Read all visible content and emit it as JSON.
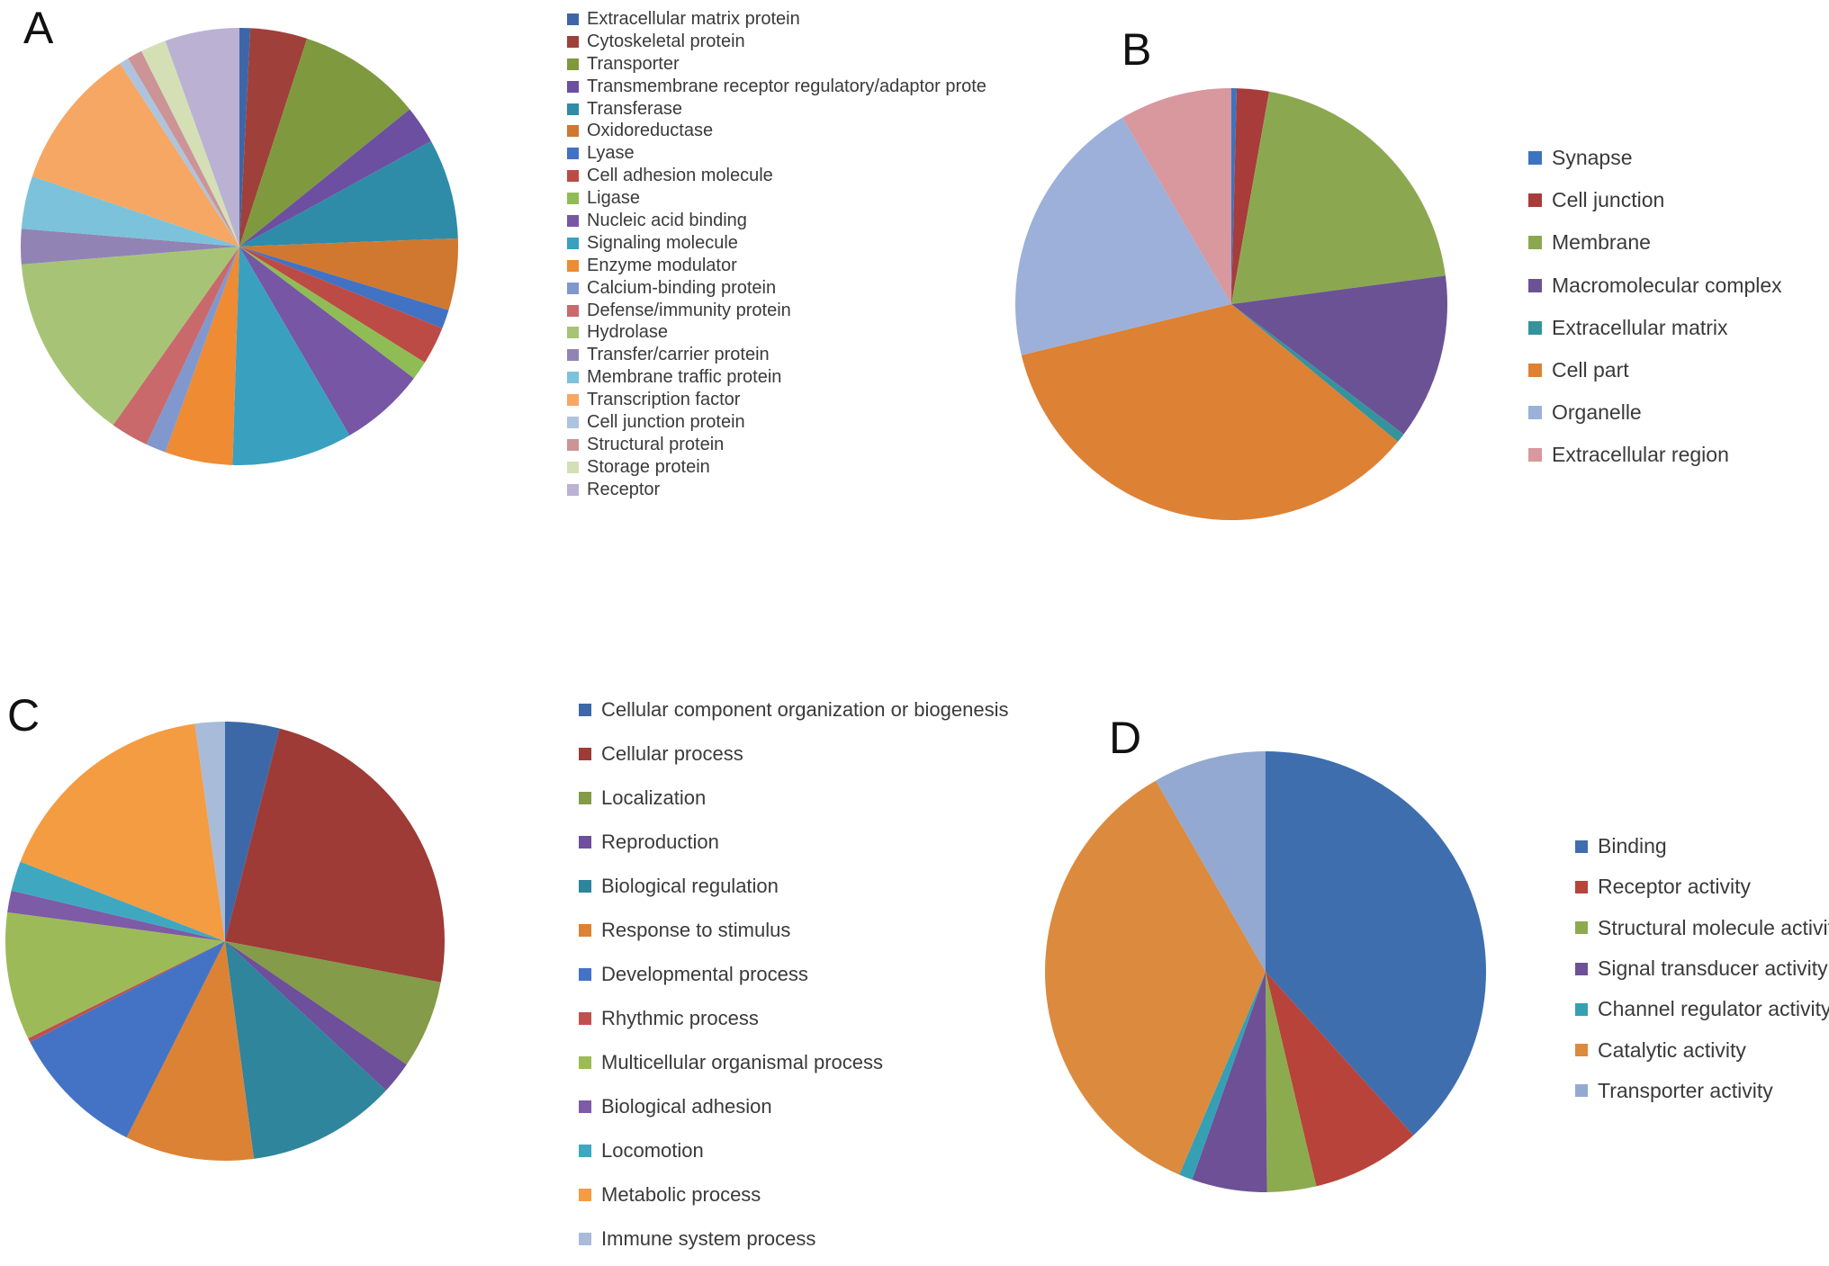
{
  "figure": {
    "background": "#ffffff",
    "text_color": "#3a3a3a",
    "panel_labels": [
      "A",
      "B",
      "C",
      "D"
    ]
  },
  "chart_data": [
    {
      "type": "pie",
      "title": "A",
      "legend_position": "right",
      "categories": [
        "Extracellular matrix protein",
        "Cytoskeletal protein",
        "Transporter",
        "Transmembrane receptor regulatory/adaptor prote",
        "Transferase",
        "Oxidoreductase",
        "Lyase",
        "Cell adhesion molecule",
        "Ligase",
        "Nucleic acid binding",
        "Signaling molecule",
        "Enzyme modulator",
        "Calcium-binding protein",
        "Defense/immunity protein",
        "Hydrolase",
        "Transfer/carrier protein",
        "Membrane traffic protein",
        "Transcription factor",
        "Cell junction protein",
        "Structural protein",
        "Storage protein",
        "Receptor"
      ],
      "values": [
        0.8,
        4.2,
        9.2,
        2.8,
        7.4,
        5.3,
        1.4,
        2.8,
        1.4,
        6.3,
        8.9,
        5.0,
        1.5,
        2.8,
        13.9,
        2.6,
        3.9,
        10.6,
        0.7,
        1.1,
        1.9,
        5.5
      ],
      "colors": [
        "#3D66A8",
        "#A0403A",
        "#7F9A3E",
        "#6C4FA1",
        "#2E8CA8",
        "#D0782F",
        "#4272C4",
        "#BD4B45",
        "#8FBC55",
        "#7656A5",
        "#39A0C0",
        "#EE8B33",
        "#8098CE",
        "#C9696C",
        "#A7C476",
        "#9184B5",
        "#7CC2DA",
        "#F6A763",
        "#AEC3DD",
        "#CC9496",
        "#D4DFB6",
        "#BAB1D3"
      ],
      "units": "percent",
      "start_angle_deg": 0,
      "direction": "clockwise"
    },
    {
      "type": "pie",
      "title": "B",
      "legend_position": "right",
      "categories": [
        "Synapse",
        "Cell junction",
        "Membrane",
        "Macromolecular complex",
        "Extracellular matrix",
        "Cell part",
        "Organelle",
        "Extracellular region"
      ],
      "values": [
        0.4,
        2.4,
        20.1,
        12.4,
        0.7,
        35.2,
        20.4,
        8.4
      ],
      "colors": [
        "#3C74C0",
        "#A83C3A",
        "#8BA851",
        "#6B5295",
        "#35939B",
        "#DD8134",
        "#9CB0D9",
        "#D9979E"
      ],
      "units": "percent",
      "start_angle_deg": 0,
      "direction": "clockwise"
    },
    {
      "type": "pie",
      "title": "C",
      "legend_position": "right",
      "categories": [
        "Cellular component organization or biogenesis",
        "Cellular process",
        "Localization",
        "Reproduction",
        "Biological regulation",
        "Response to stimulus",
        "Developmental process",
        "Rhythmic process",
        "Multicellular organismal process",
        "Biological adhesion",
        "Locomotion",
        "Metabolic process",
        "Immune system process"
      ],
      "values": [
        4.0,
        24.0,
        6.5,
        2.4,
        11.0,
        9.5,
        10.0,
        0.3,
        9.4,
        1.6,
        2.2,
        16.9,
        2.2
      ],
      "colors": [
        "#3D68A8",
        "#9E3B36",
        "#849B49",
        "#6D4F9C",
        "#2E859C",
        "#DC8234",
        "#4473C5",
        "#C0504D",
        "#9CBB58",
        "#7D5BA6",
        "#3FA8C0",
        "#F49C42",
        "#A8BBD9"
      ],
      "units": "percent",
      "start_angle_deg": 0,
      "direction": "clockwise"
    },
    {
      "type": "pie",
      "title": "D",
      "legend_position": "right",
      "categories": [
        "Binding",
        "Receptor activity",
        "Structural molecule activity",
        "Signal transducer activity",
        "Channel regulator activity",
        "Catalytic activity",
        "Transporter activity"
      ],
      "values": [
        38.3,
        8.0,
        3.6,
        5.5,
        1.0,
        35.3,
        8.3
      ],
      "colors": [
        "#3E6EAD",
        "#B8433A",
        "#8CAB4E",
        "#6E5096",
        "#35A0B4",
        "#DC8A3E",
        "#93A9D1"
      ],
      "units": "percent",
      "start_angle_deg": 0,
      "direction": "clockwise"
    }
  ]
}
